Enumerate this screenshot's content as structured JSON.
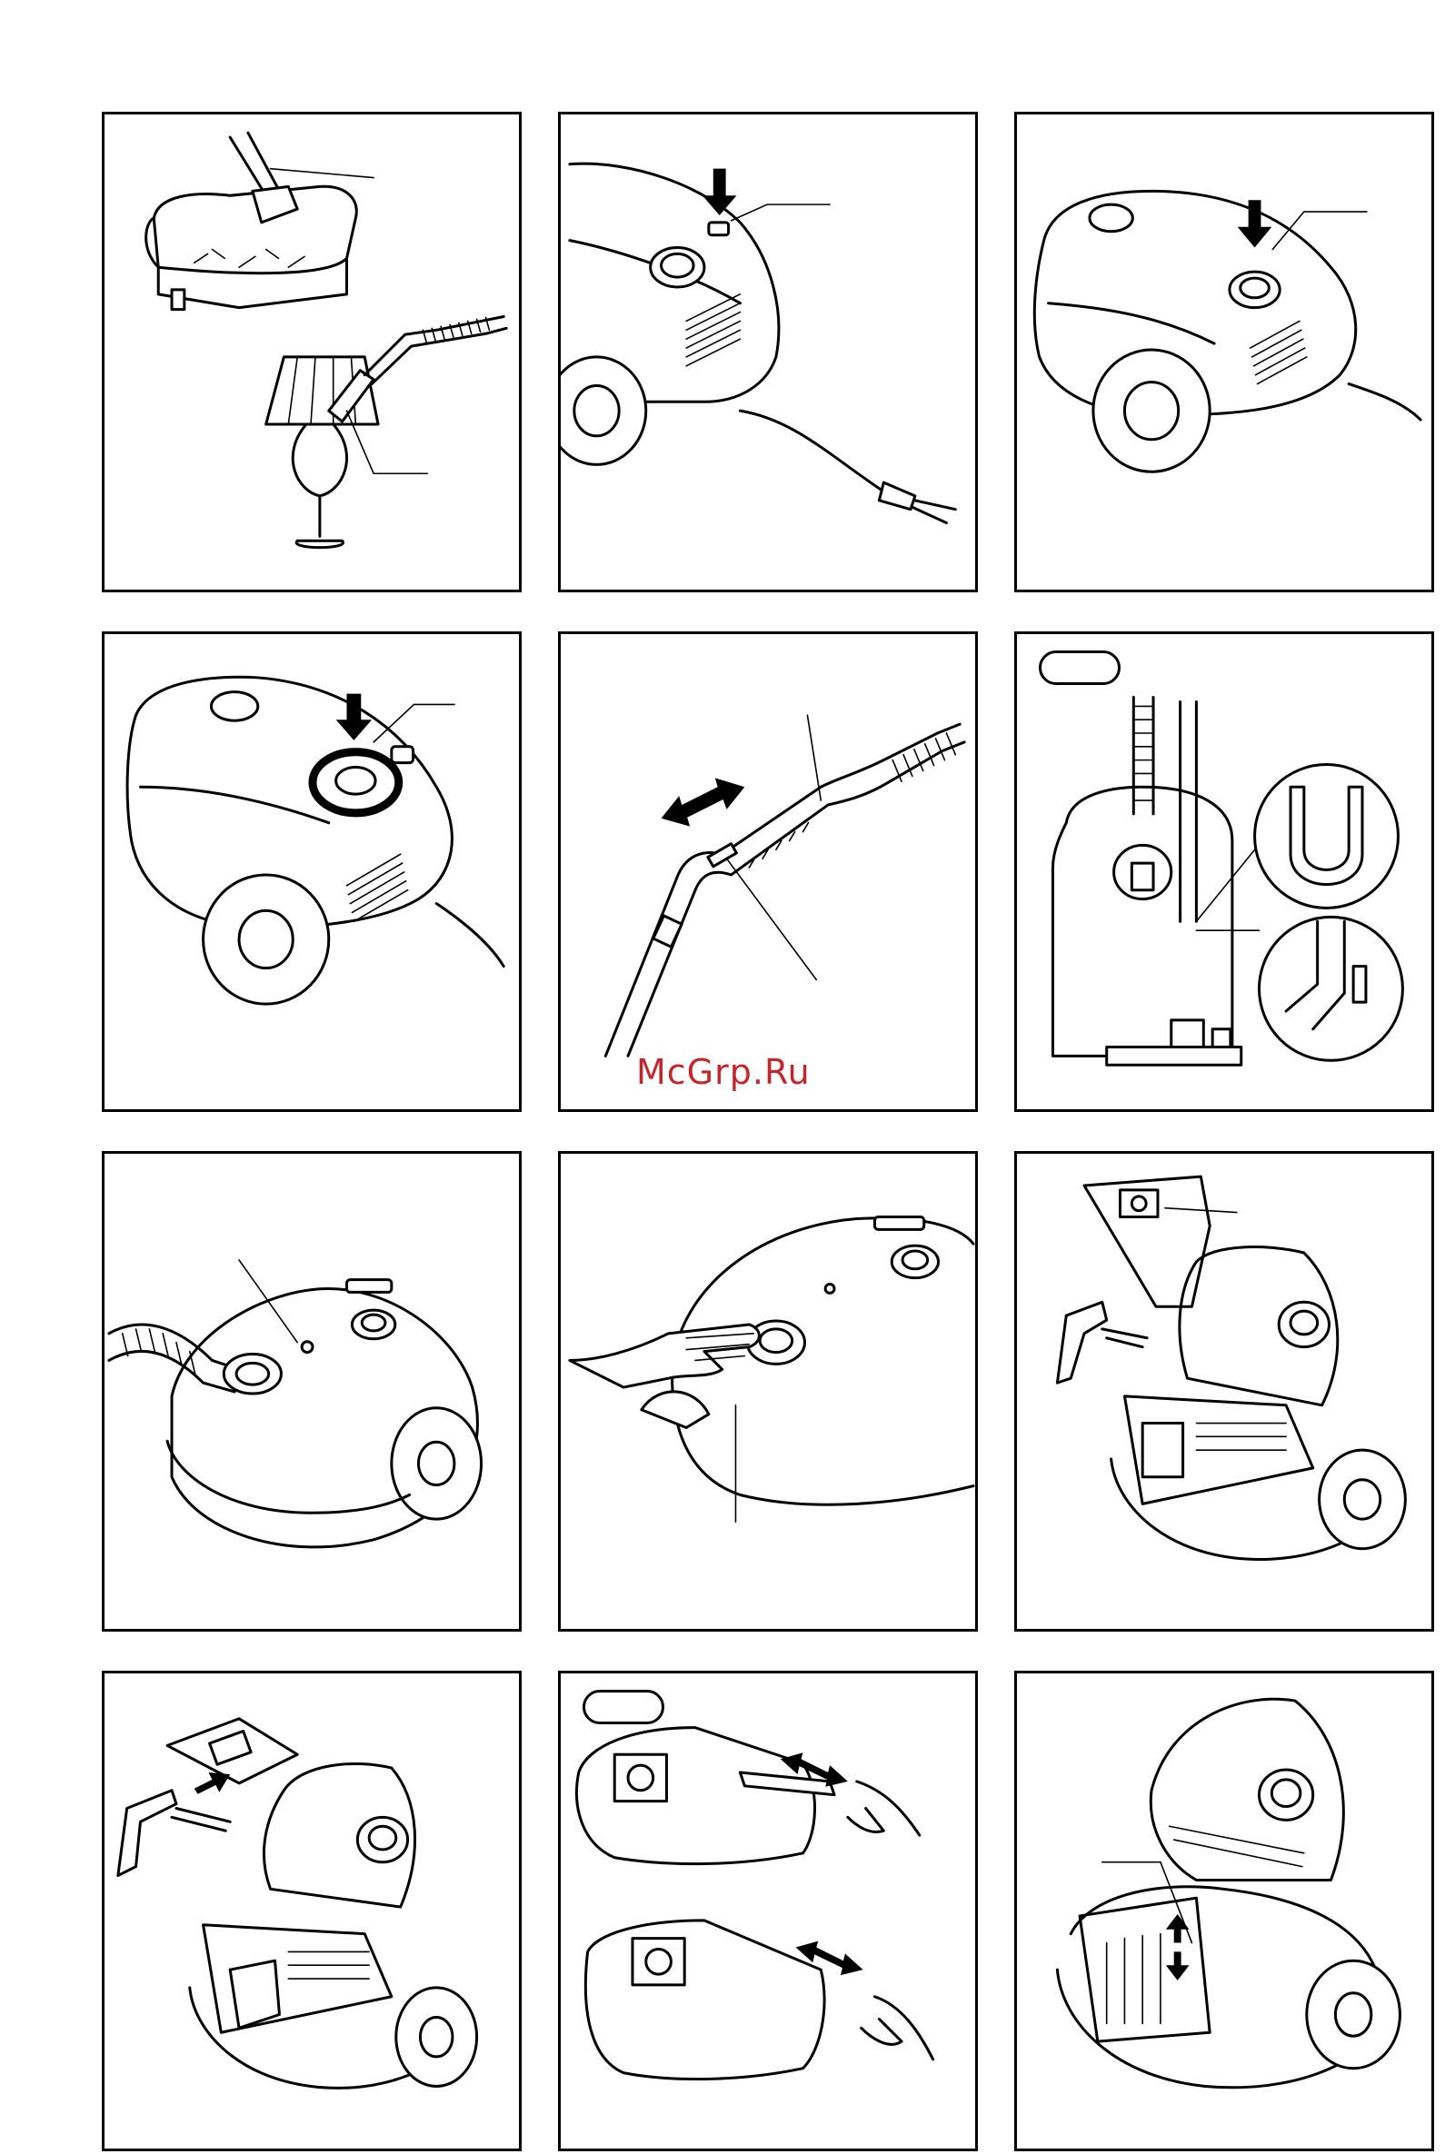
{
  "page": {
    "watermark": "McGrp.Ru",
    "accent_color": "#c0282d",
    "panel_count": 12
  },
  "panels": [
    {
      "scene": "attachments-on-sofa-and-lamp"
    },
    {
      "scene": "power-switch-press"
    },
    {
      "scene": "cord-rewind-press"
    },
    {
      "scene": "power-regulator-dial"
    },
    {
      "scene": "hose-handle-air-slide"
    },
    {
      "scene": "parking-position-upright",
      "has_tab_label": true
    },
    {
      "scene": "hose-inlet-bag-indicator"
    },
    {
      "scene": "open-lid-button"
    },
    {
      "scene": "remove-bag-holder"
    },
    {
      "scene": "bag-holder-insert"
    },
    {
      "scene": "close-bag-seal",
      "has_tab_label": true
    },
    {
      "scene": "filter-in-compartment"
    }
  ]
}
